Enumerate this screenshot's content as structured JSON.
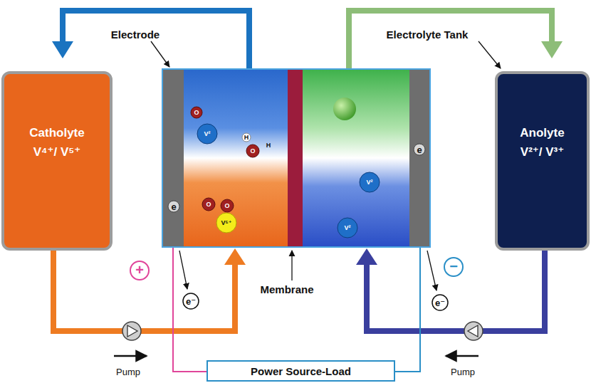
{
  "diagram": {
    "nodes": [
      {
        "text": [
          "Catholyte",
          "V⁴⁺/ V⁵⁺"
        ]
      },
      {
        "text": [
          "Anolyte",
          "V²⁺/ V³⁺"
        ]
      },
      {
        "text": [
          "Power Source-Load"
        ]
      }
    ],
    "labels": [
      "Electrode",
      "Electrolyte Tank",
      "Membrane",
      "Pump",
      "Pump",
      "+",
      "−",
      "e⁻",
      "e⁻",
      "e",
      "e",
      "O",
      "V²",
      "H",
      "O",
      "H",
      "O",
      "O",
      "V⁵⁺",
      "V²",
      "V²"
    ]
  }
}
